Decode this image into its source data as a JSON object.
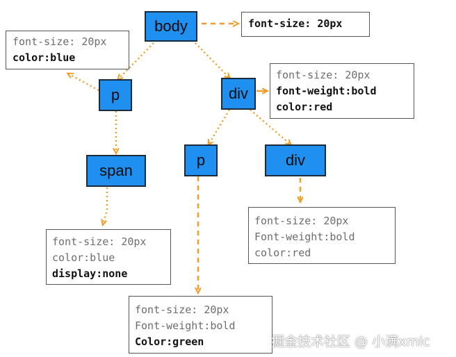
{
  "diagram": {
    "edge_color": "#f19b2a",
    "node_fill": "#1f8ff0",
    "nodes": [
      {
        "id": "body",
        "label": "body"
      },
      {
        "id": "p1",
        "label": "p"
      },
      {
        "id": "div1",
        "label": "div"
      },
      {
        "id": "span",
        "label": "span"
      },
      {
        "id": "p2",
        "label": "p"
      },
      {
        "id": "div2",
        "label": "div"
      }
    ],
    "style_boxes": {
      "body": [
        {
          "text": "font-size: 20px",
          "inherited": false
        }
      ],
      "p1": [
        {
          "text": "font-size: 20px",
          "inherited": true
        },
        {
          "text": "color:blue",
          "inherited": false
        }
      ],
      "div1": [
        {
          "text": "font-size: 20px",
          "inherited": true
        },
        {
          "text": "font-weight:bold",
          "inherited": false
        },
        {
          "text": "color:red",
          "inherited": false
        }
      ],
      "span": [
        {
          "text": "font-size: 20px",
          "inherited": true
        },
        {
          "text": "color:blue",
          "inherited": true
        },
        {
          "text": "display:none",
          "inherited": false
        }
      ],
      "div2": [
        {
          "text": "font-size: 20px",
          "inherited": true
        },
        {
          "text": "Font-weight:bold",
          "inherited": true
        },
        {
          "text": "color:red",
          "inherited": true
        }
      ],
      "p2": [
        {
          "text": "font-size: 20px",
          "inherited": true
        },
        {
          "text": "Font-weight:bold",
          "inherited": true
        },
        {
          "text": "Color:green",
          "inherited": false
        }
      ]
    }
  },
  "watermark": "掘金技术社区 @ 小满xmlc"
}
